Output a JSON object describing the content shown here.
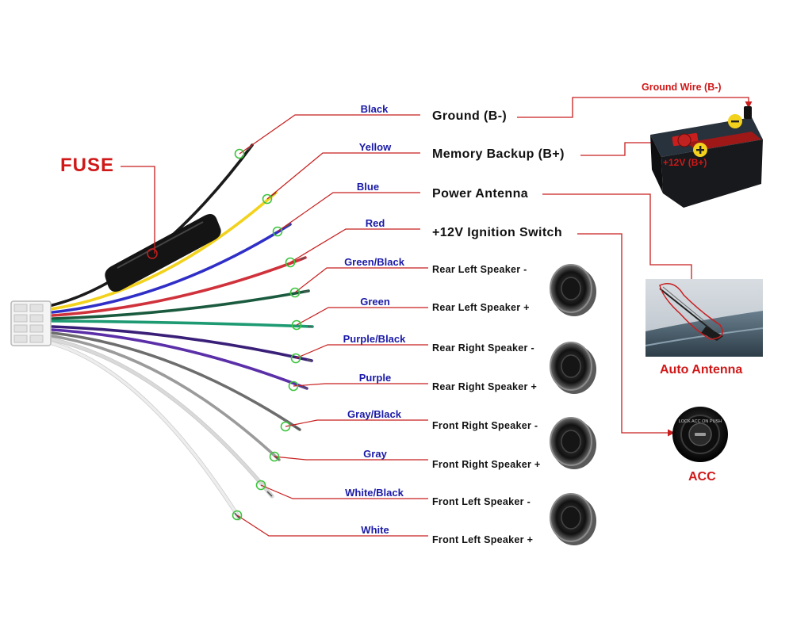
{
  "fuse_label": "FUSE",
  "wires": [
    {
      "id": "black",
      "color_label": "Black",
      "function": "Ground (B-)",
      "wire_color": "#1b1b1b"
    },
    {
      "id": "yellow",
      "color_label": "Yellow",
      "function": "Memory Backup (B+)",
      "wire_color": "#f2d21c"
    },
    {
      "id": "blue",
      "color_label": "Blue",
      "function": "Power Antenna",
      "wire_color": "#2f2fc8"
    },
    {
      "id": "red",
      "color_label": "Red",
      "function": "+12V Ignition Switch",
      "wire_color": "#d0323c"
    },
    {
      "id": "green-black",
      "color_label": "Green/Black",
      "function": "Rear Left Speaker -",
      "wire_color": "#1a5a3e"
    },
    {
      "id": "green",
      "color_label": "Green",
      "function": "Rear Left Speaker +",
      "wire_color": "#1d9a72"
    },
    {
      "id": "purple-black",
      "color_label": "Purple/Black",
      "function": "Rear Right Speaker -",
      "wire_color": "#3a1f78"
    },
    {
      "id": "purple",
      "color_label": "Purple",
      "function": "Rear Right Speaker +",
      "wire_color": "#5b2fa8"
    },
    {
      "id": "gray-black",
      "color_label": "Gray/Black",
      "function": "Front Right Speaker -",
      "wire_color": "#6d6d6d"
    },
    {
      "id": "gray",
      "color_label": "Gray",
      "function": "Front Right Speaker +",
      "wire_color": "#9b9b9b"
    },
    {
      "id": "white-black",
      "color_label": "White/Black",
      "function": "Front Left Speaker -",
      "wire_color": "#d9d9d9"
    },
    {
      "id": "white",
      "color_label": "White",
      "function": "Front Left Speaker +",
      "wire_color": "#ededed"
    }
  ],
  "battery": {
    "ground_wire_label": "Ground Wire (B-)",
    "polarity_label": "+12V  (B+)"
  },
  "auto_antenna": {
    "label": "Auto Antenna"
  },
  "acc": {
    "label": "ACC",
    "key_text": "LOCK ACC ON PUSH"
  },
  "colors": {
    "label_blue": "#1a1aa8",
    "leader_red": "#c81e1e",
    "marker_green": "#3ec43e",
    "title_red": "#d01818"
  },
  "icons": [
    "speaker-icon",
    "battery-icon",
    "car-roof-antenna-icon",
    "ignition-key-icon",
    "wiring-connector-icon",
    "fuse-holder-icon"
  ]
}
